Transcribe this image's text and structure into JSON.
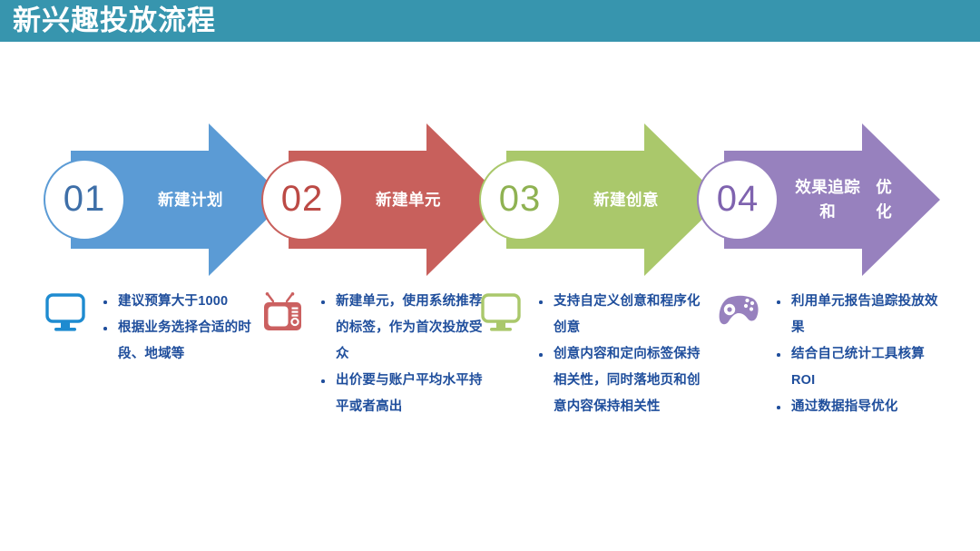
{
  "header": {
    "title": "新兴趣投放流程",
    "bar_color": "#3795AE",
    "title_color": "#FFFFFF"
  },
  "flow": {
    "steps": [
      {
        "number": "01",
        "label": "新建计划",
        "arrow_color": "#5B9BD5",
        "accent_color": "#3E6FA8",
        "icon": "desktop-monitor-icon",
        "bullets": [
          "建议预算大于1000",
          "根据业务选择合适的时段、地域等"
        ]
      },
      {
        "number": "02",
        "label": "新建单元",
        "arrow_color": "#C8605C",
        "accent_color": "#BC4A45",
        "icon": "retro-tv-icon",
        "bullets": [
          "新建单元，使用系统推荐的标签，作为首次投放受众",
          "出价要与账户平均水平持平或者高出"
        ]
      },
      {
        "number": "03",
        "label": "新建创意",
        "arrow_color": "#AAC86B",
        "accent_color": "#8FB252",
        "icon": "desktop-monitor-icon",
        "bullets": [
          "支持自定义创意和程序化创意",
          "创意内容和定向标签保持相关性，同时落地页和创意内容保持相关性"
        ]
      },
      {
        "number": "04",
        "label": "效果追踪和\n优化",
        "arrow_color": "#9781BE",
        "accent_color": "#7F63AF",
        "icon": "gamepad-icon",
        "bullets": [
          "利用单元报告追踪投放效果",
          "结合自己统计工具核算ROI",
          "通过数据指导优化"
        ]
      }
    ],
    "bullet_text_color": "#1F4E9C"
  }
}
